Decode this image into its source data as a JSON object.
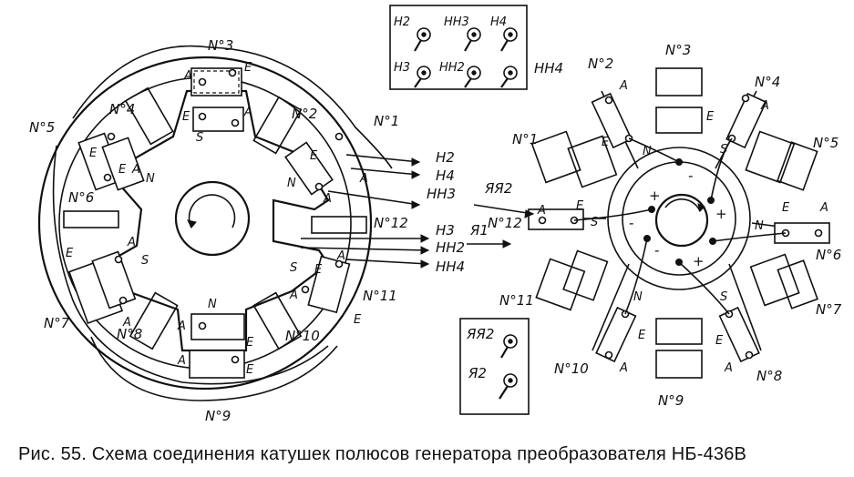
{
  "caption": "Рис. 55. Схема соединения катушек полюсов генератора преобразователя НБ-436В",
  "left_diagram": {
    "pole_numbers": [
      "N°1",
      "N°2",
      "N°3",
      "N°4",
      "N°5",
      "N°6",
      "N°7",
      "N°8",
      "N°9",
      "N°10",
      "N°11",
      "N°12"
    ],
    "coil_terminals": [
      "A",
      "E",
      "S",
      "N"
    ],
    "leads": [
      "H2",
      "H4",
      "HH3",
      "H3",
      "HH2",
      "HH4"
    ]
  },
  "terminal_block_top": {
    "row1": [
      "H2",
      "HH3",
      "H4"
    ],
    "row2": [
      "H3",
      "HH2",
      "HH4"
    ],
    "side_label": "HH4"
  },
  "right_diagram": {
    "pole_numbers": [
      "N°1",
      "N°2",
      "N°3",
      "N°4",
      "N°5",
      "N°6",
      "N°7",
      "N°8",
      "N°9",
      "N°10",
      "N°11",
      "N°12"
    ],
    "leads": [
      "ЯЯ2",
      "Я1"
    ],
    "brush_signs": [
      "+",
      "-",
      "+",
      "-",
      "+",
      "-"
    ]
  },
  "terminal_block_bottom": {
    "labels": [
      "ЯЯ2",
      "Я2"
    ]
  }
}
